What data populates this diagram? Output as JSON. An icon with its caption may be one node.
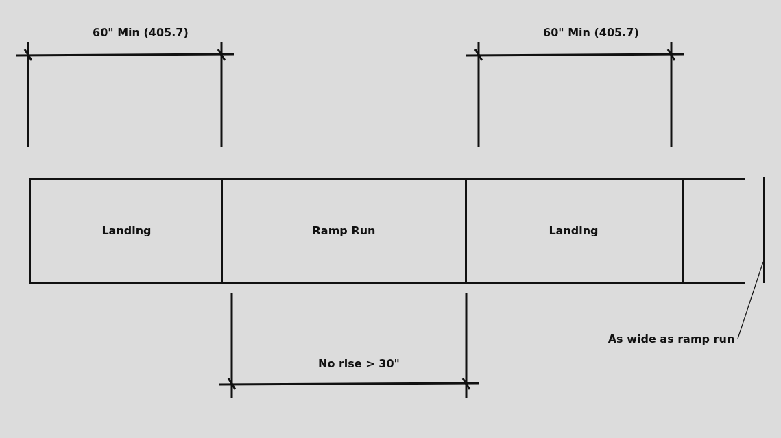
{
  "diagram": {
    "nodes": [
      {
        "text": [
          "Landing"
        ]
      },
      {
        "text": [
          "Ramp Run"
        ]
      },
      {
        "text": [
          "Landing"
        ]
      },
      {
        "text": [],
        "shape": "box"
      },
      {
        "text": [
          "As wide as ramp run"
        ]
      },
      {
        "text": [],
        "shape": "bar"
      }
    ],
    "edges": [
      {
        "from": 4,
        "to": 5,
        "arrow": "none"
      }
    ],
    "labels": [
      "60\" Min (405.7)",
      "60\" Min (405.7)",
      "No rise > 30\""
    ]
  }
}
